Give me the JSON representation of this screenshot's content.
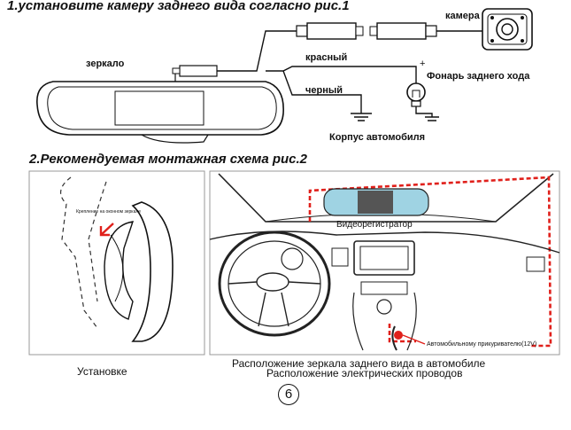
{
  "section1": {
    "title": "1.установите камеру заднего вида согласно рис.1",
    "labels": {
      "camera": "камера",
      "mirror": "зеркало",
      "red": "красный",
      "black": "черный",
      "reverse_light": "Фонарь заднего хода",
      "car_body": "Корпус автомобиля",
      "plus": "+"
    }
  },
  "section2": {
    "title": "2.Рекомендуемая монтажная схема рис.2",
    "left_panel": {
      "mount_note": "Крепление на оконном зеркале",
      "caption": "Установке"
    },
    "right_panel": {
      "dvr_label": "Видеорегистратор",
      "lighter_label": "Автомобильному прикуривателю(12V)",
      "caption_line1": "Расположение зеркала заднего вида в автомобиле",
      "caption_line2": "Расположение электрических проводов"
    }
  },
  "page_number": "6",
  "colors": {
    "accent_red": "#e0201b",
    "line": "#111111"
  }
}
